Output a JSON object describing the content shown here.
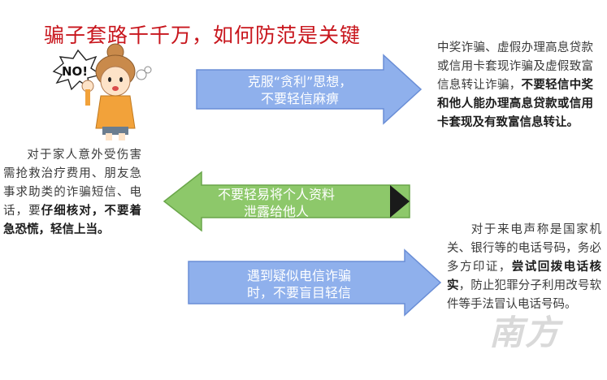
{
  "title": "骗子套路千千万，如何防范是关键",
  "arrows": [
    {
      "label": "克服“贪利”思想，\n不要轻信麻痹",
      "color": "#8fb0ec"
    },
    {
      "label": "不要轻易将个人资料\n泄露给他人",
      "color": "#8dc86a"
    },
    {
      "label": "遇到疑似电信诈骗\n时，不要盲目轻信",
      "color": "#8fb0ec"
    }
  ],
  "paragraphs": {
    "top": {
      "normal": "中奖诈骗、虚假办理高息贷款或信用卡套现诈骗及虚假致富信息转让诈骗，",
      "bold": "不要轻信中奖和他人能办理高息贷款或信用卡套现及有致富信息转让。"
    },
    "left": {
      "normal": "对于家人意外受伤害需抢救治疗费用、朋友急事求助类的诈骗短信、电话，要",
      "bold": "仔细核对，不要着急恐慌，轻信上当。"
    },
    "bottom": {
      "normal1": "对于来电声称是国家机关、银行等的电话号码，务必多方印证，",
      "bold": "尝试回拨电话核实",
      "normal2": "，防止犯罪分子利用改号软件等手法冒认电话号码。"
    }
  },
  "speech_bubble": "NO!",
  "watermark": "南方"
}
